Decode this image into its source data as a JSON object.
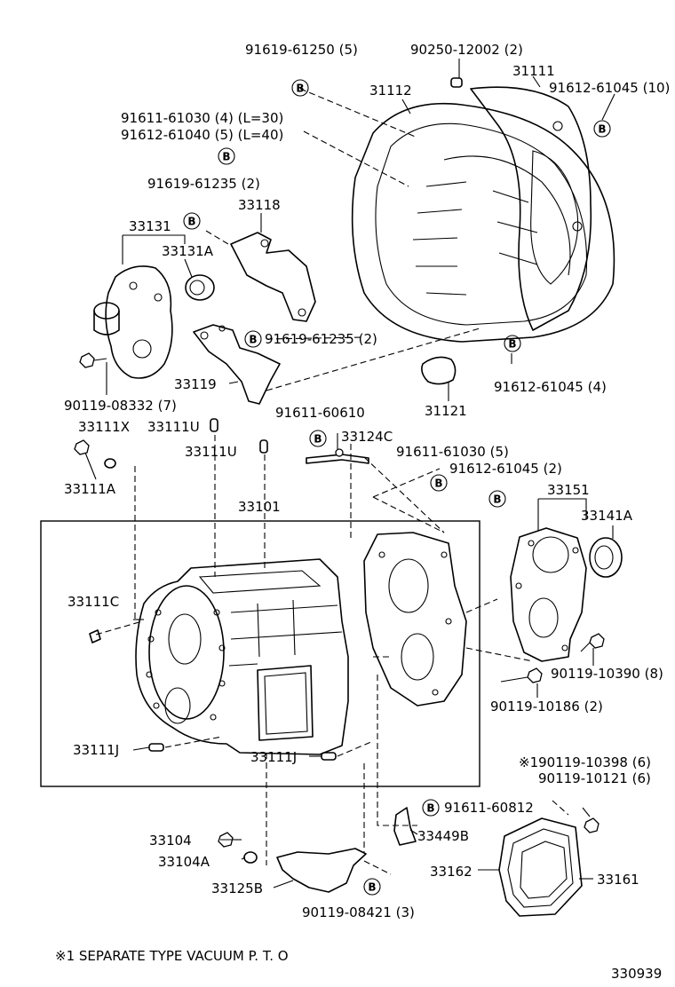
{
  "symbols": {
    "bolt_mark": "B"
  },
  "labels": {
    "l01": "91619-61250 (5)",
    "l02": "90250-12002 (2)",
    "l03": "31111",
    "l04": "31112",
    "l05": "91612-61045 (10)",
    "l06": "91611-61030 (4) (L=30)",
    "l07": "91612-61040 (5) (L=40)",
    "l08": "91619-61235 (2)",
    "l09": "33118",
    "l10": "33131",
    "l11": "33131A",
    "l12": "91619-61235 (2)",
    "l13": "33119",
    "l14": "91612-61045 (4)",
    "l15": "90119-08332 (7)",
    "l16": "31121",
    "l17": "91611-60610",
    "l18": "33124C",
    "l19": "33111X",
    "l20": "33111U",
    "l21": "33111U",
    "l22": "91611-61030 (5)",
    "l23": "91612-61045 (2)",
    "l24": "33111A",
    "l25": "33101",
    "l26": "33151",
    "l27": "33141A",
    "l28": "33111C",
    "l29": "90119-10390 (8)",
    "l30": "90119-10186 (2)",
    "l31": "33111J",
    "l32": "33111J",
    "l33": "※190119-10398 (6)",
    "l34": "90119-10121 (6)",
    "l35": "91611-60812",
    "l36": "33104",
    "l37": "33449B",
    "l38": "33104A",
    "l39": "33162",
    "l40": "33161",
    "l41": "33125B",
    "l42": "90119-08421 (3)"
  },
  "footnote": "※1 SEPARATE TYPE VACUUM P. T. O",
  "diagram_number": "330939"
}
